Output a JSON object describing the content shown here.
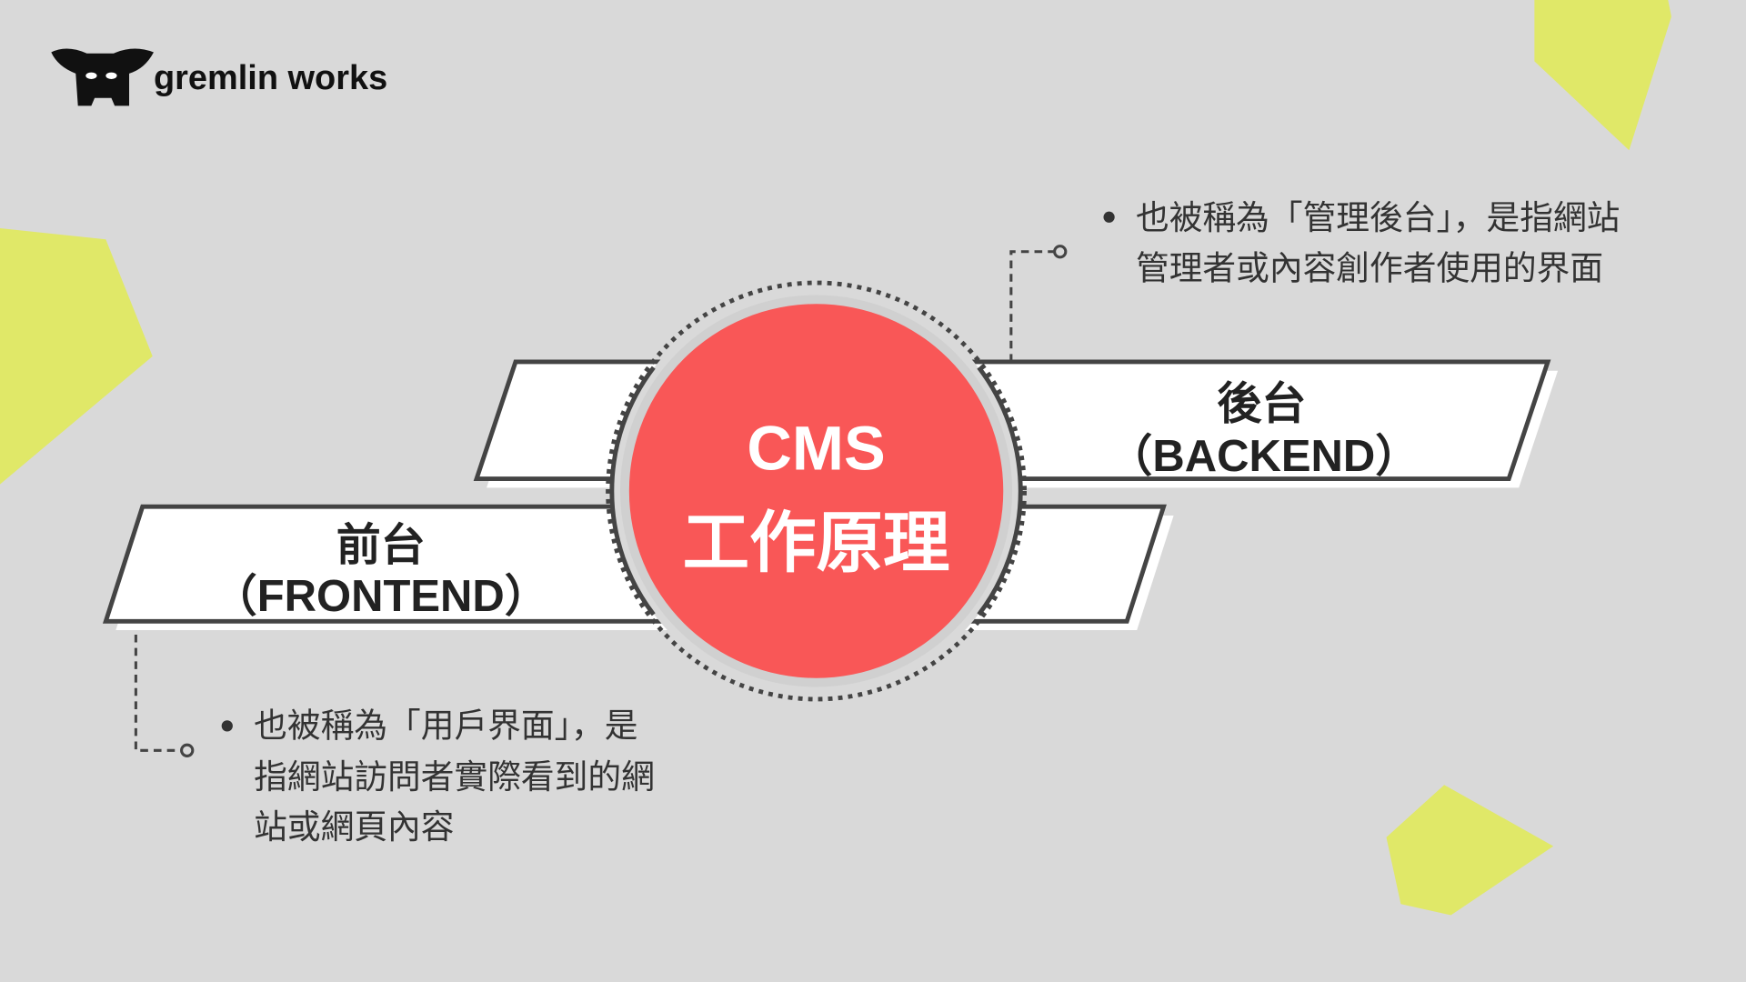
{
  "logo": {
    "text": "gremlin works"
  },
  "center": {
    "line1": "CMS",
    "line2": "工作原理"
  },
  "backend": {
    "title": "後台",
    "subtitle": "（BACKEND）",
    "bullet_lines": [
      "也被稱為「管理後台」，是指網站",
      "管理者或內容創作者使用的界面"
    ]
  },
  "frontend": {
    "title": "前台",
    "subtitle": "（FRONTEND）",
    "bullet_lines": [
      "也被稱為「用戶界面」，是",
      "指網站訪問者實際看到的網",
      "站或網頁內容"
    ]
  },
  "colors": {
    "background": "#d9d9d9",
    "accent_red": "#f95757",
    "accent_yellow": "#e0e868",
    "stroke": "#444444"
  }
}
